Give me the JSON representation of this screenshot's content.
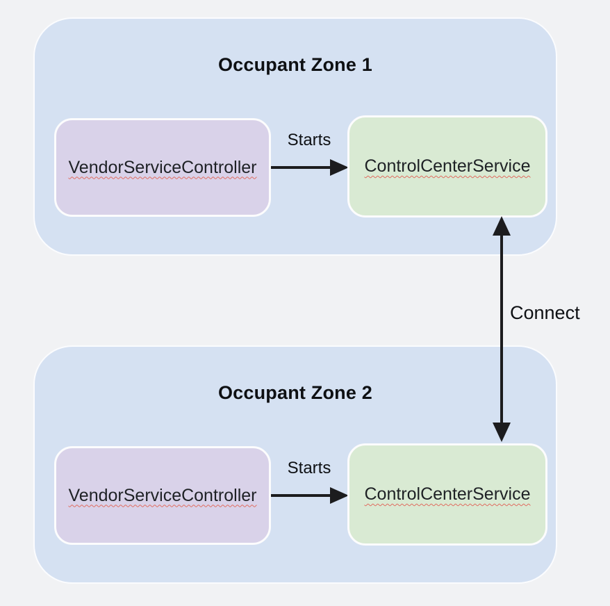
{
  "canvas": {
    "background": "#f1f2f4"
  },
  "zones": [
    {
      "title": "Occupant Zone 1",
      "nodes": [
        {
          "label": "VendorServiceController"
        },
        {
          "label": "ControlCenterService"
        }
      ],
      "edge_label": "Starts"
    },
    {
      "title": "Occupant Zone 2",
      "nodes": [
        {
          "label": "VendorServiceController"
        },
        {
          "label": "ControlCenterService"
        }
      ],
      "edge_label": "Starts"
    }
  ],
  "connector": {
    "label": "Connect"
  },
  "colors": {
    "zone_fill": "#d5e1f2",
    "vendor_controller_fill": "#d9d2e9",
    "control_center_fill": "#d9ead3",
    "box_border": "#fcfcfd",
    "arrow": "#1c1c1e",
    "spellcheck_underline": "#e06c5f",
    "text": "#0e1013"
  }
}
